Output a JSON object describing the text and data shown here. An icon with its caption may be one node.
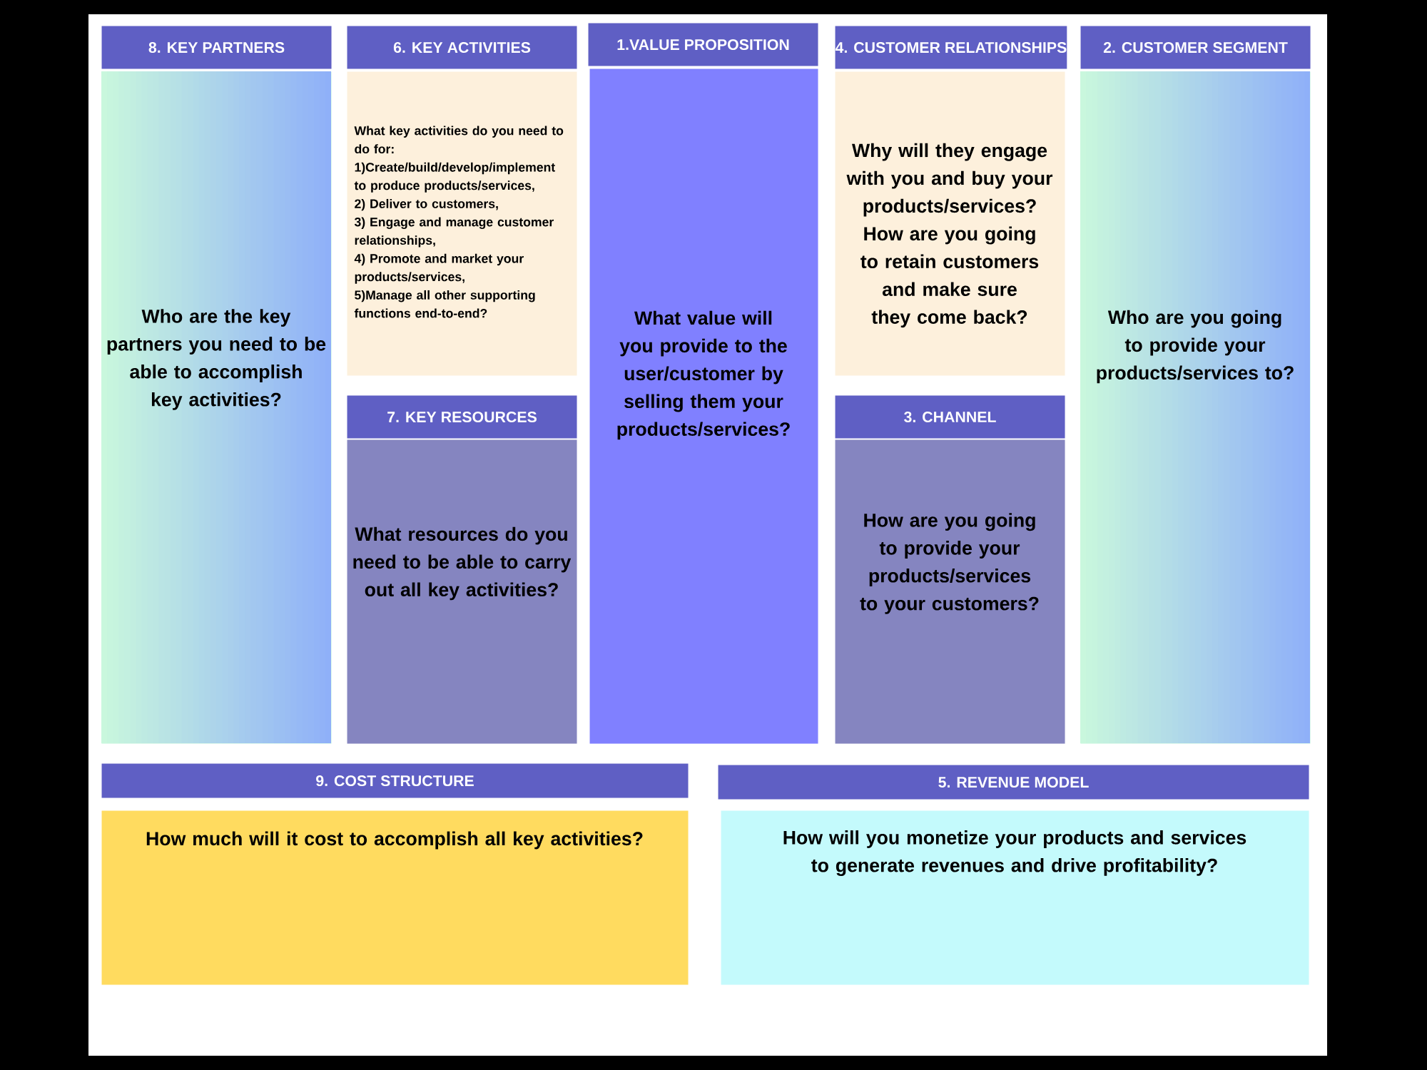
{
  "diagram": {
    "nodes": [
      {
        "text": [
          "8. KEY PARTNERS",
          "Who are the key partners you need to be able to accomplish key activities?"
        ]
      },
      {
        "text": [
          "6. KEY ACTIVITIES",
          "What key activities do you need to do for:",
          "1)Create/build/develop/implement to produce products/services,",
          "2) Deliver to customers,",
          "3) Engage and manage customer relationships,",
          "4) Promote and market your products/services,",
          "5)Manage all other supporting functions end-to-end?"
        ]
      },
      {
        "text": [
          "1.VALUE PROPOSITION",
          "What value will you provide to the user/customer by selling them your products/services?"
        ]
      },
      {
        "text": [
          "4. CUSTOMER RELATIONSHIPS",
          "Why will they engage with you and buy your products/services? How are you going to retain customers and make sure they come back?"
        ]
      },
      {
        "text": [
          "2. CUSTOMER SEGMENT",
          "Who are you going to provide your products/services to?"
        ]
      },
      {
        "text": [
          "7. KEY RESOURCES",
          "What resources do you need to be able to carry out all key activities?"
        ]
      },
      {
        "text": [
          "3. CHANNEL",
          "How are you going to provide your products/services to your customers?"
        ]
      },
      {
        "text": [
          "9. COST STRUCTURE",
          "How much will it cost to accomplish all key activities?"
        ]
      },
      {
        "text": [
          "5. REVENUE MODEL",
          "How will you monetize your products and services to generate revenues and drive profitability?"
        ]
      }
    ],
    "edges": []
  }
}
